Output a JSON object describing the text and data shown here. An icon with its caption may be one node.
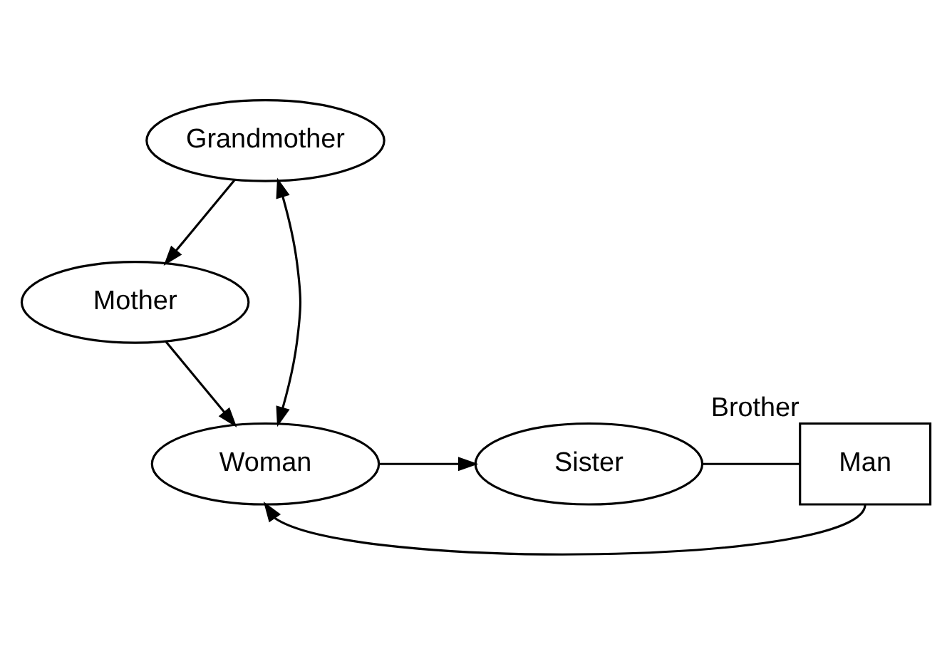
{
  "diagram": {
    "nodes": [
      {
        "text": [
          "Grandmother"
        ]
      },
      {
        "text": [
          "Mother"
        ]
      },
      {
        "text": [
          "Woman"
        ]
      },
      {
        "text": [
          "Sister"
        ]
      },
      {
        "text": [
          "Man"
        ],
        "beside": [
          "Brother"
        ]
      }
    ],
    "edges": [
      {
        "from": 0,
        "to": 1,
        "arrow": "to"
      },
      {
        "from": 2,
        "to": 0,
        "arrow": "both"
      },
      {
        "from": 1,
        "to": 2,
        "arrow": "to"
      },
      {
        "from": 2,
        "to": 3,
        "arrow": "to"
      },
      {
        "from": 3,
        "to": 4,
        "arrow": "none"
      },
      {
        "from": 4,
        "to": 2,
        "arrow": "to"
      }
    ]
  }
}
